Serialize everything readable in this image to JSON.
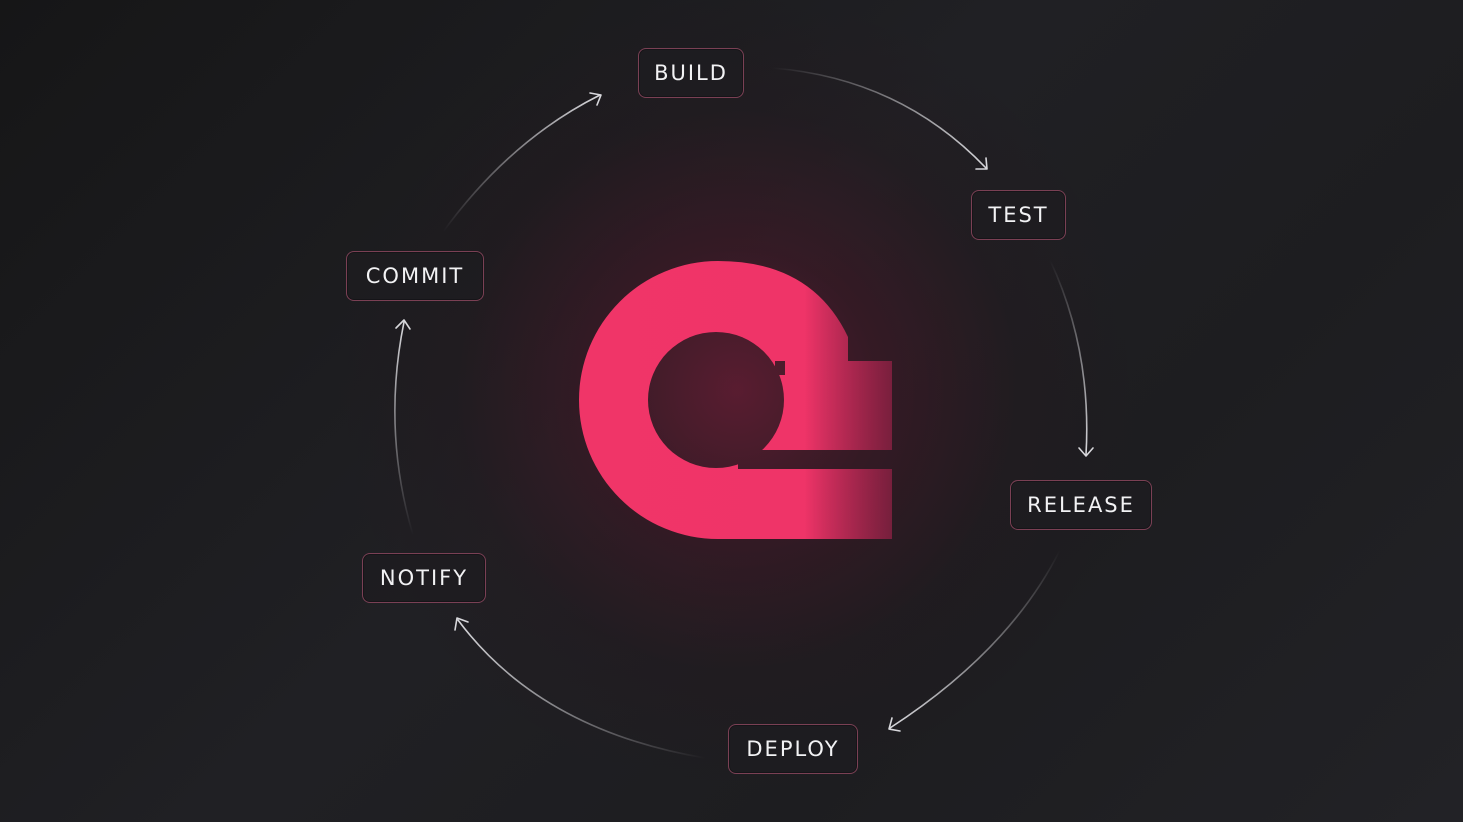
{
  "diagram": {
    "stages": {
      "build": "BUILD",
      "test": "TEST",
      "release": "RELEASE",
      "deploy": "DEPLOY",
      "notify": "NOTIFY",
      "commit": "COMMIT"
    }
  },
  "colors": {
    "accent": "#f03568",
    "background": "#1b1b1e",
    "stage_border": "#c85f82",
    "text": "#f2f2f4",
    "arrow": "#d8d8dc"
  },
  "icons": {
    "logo": "brand-logo-icon",
    "arrow": "arrow-icon"
  }
}
